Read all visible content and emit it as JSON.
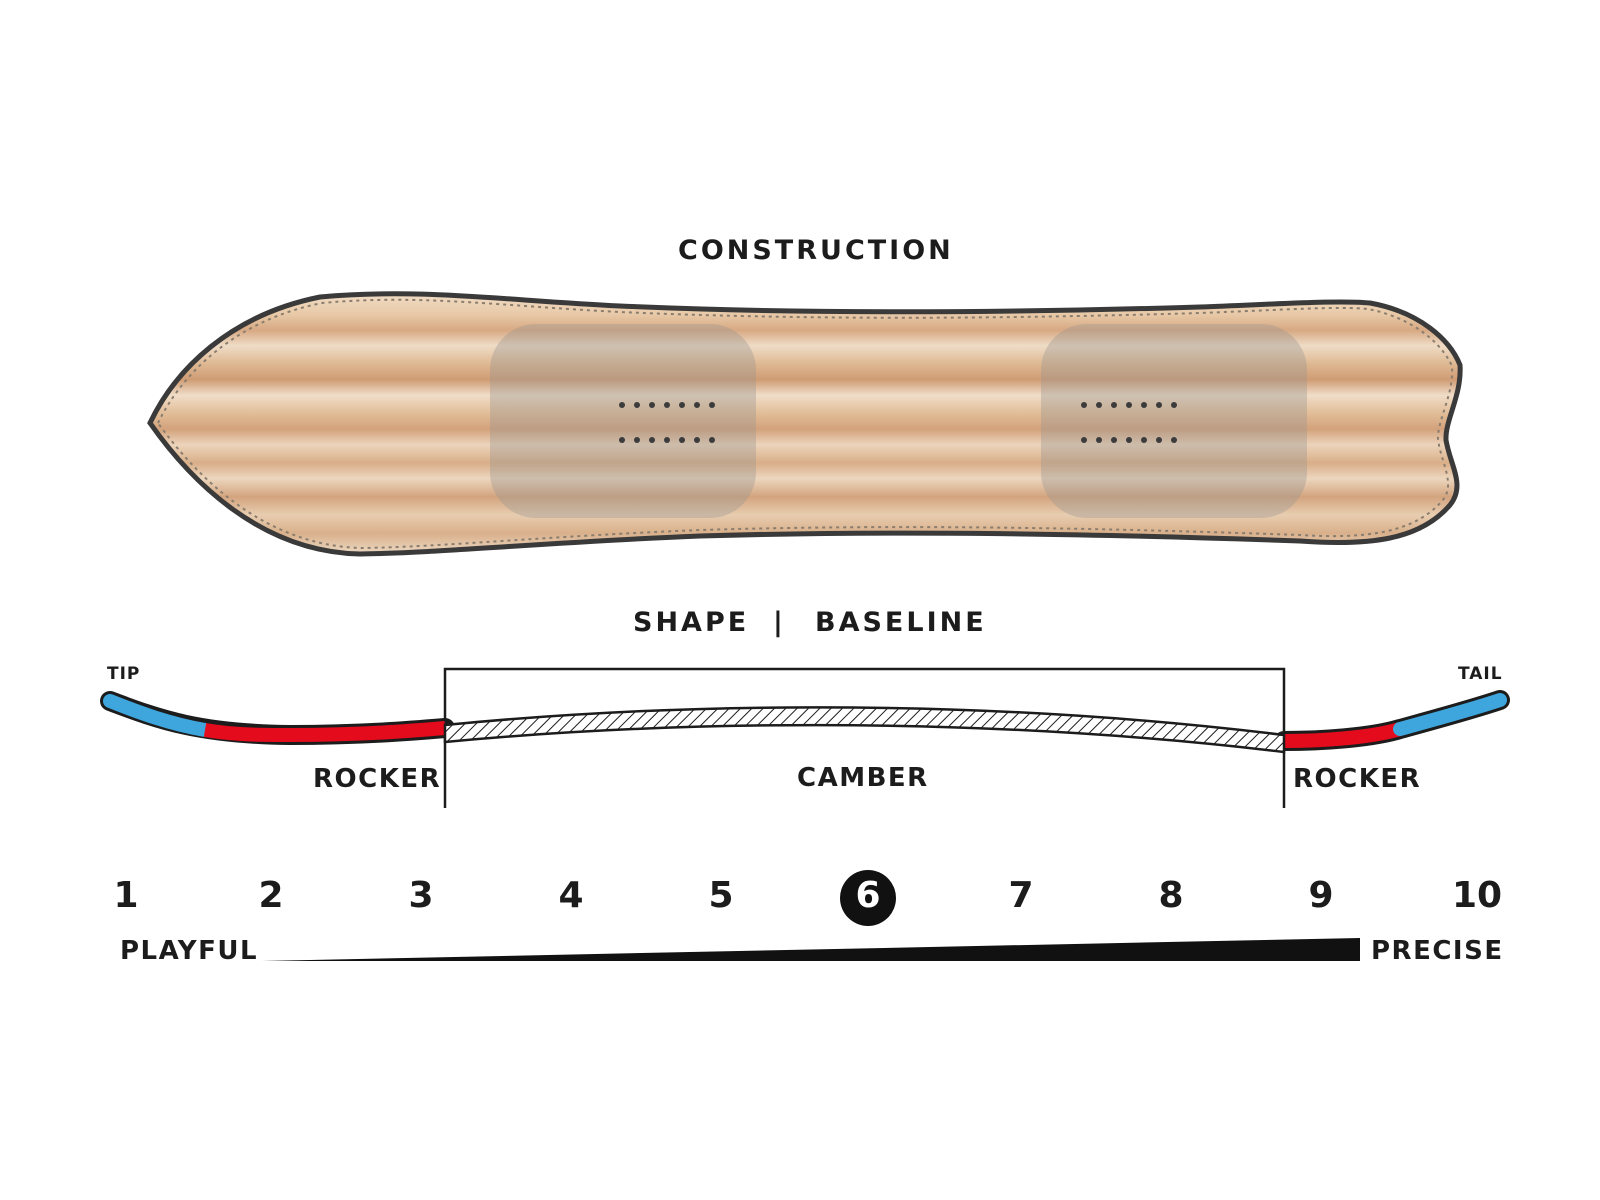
{
  "construction": {
    "title": "CONSTRUCTION"
  },
  "profile": {
    "title_left": "SHAPE",
    "separator": "|",
    "title_right": "BASELINE",
    "tip_label": "TIP",
    "tail_label": "TAIL",
    "left_zone": "ROCKER",
    "center_zone": "CAMBER",
    "right_zone": "ROCKER"
  },
  "colors": {
    "rocker": "#e30b1c",
    "tip_tail": "#3ea6dd",
    "wood_light": "#e6c9a6",
    "wood_dark": "#c9936a",
    "text": "#1c1c1c"
  },
  "scale": {
    "numbers": [
      "1",
      "2",
      "3",
      "4",
      "5",
      "6",
      "7",
      "8",
      "9",
      "10"
    ],
    "selected": "6",
    "left_label": "PLAYFUL",
    "right_label": "PRECISE"
  }
}
